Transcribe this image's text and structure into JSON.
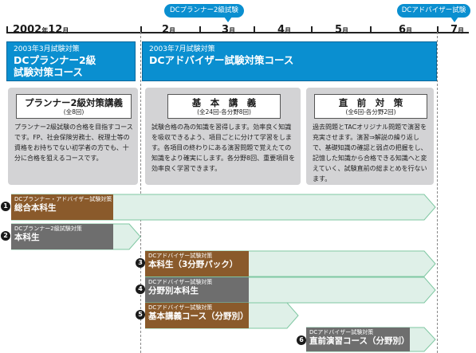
{
  "badges": {
    "planner2": "DCプランナー2級試験",
    "adviser": "DCアドバイザー試験"
  },
  "timeline": {
    "start_year": "2002",
    "start_year_unit": "年",
    "start_month": "12",
    "month_unit": "月",
    "months": [
      "2",
      "3",
      "4",
      "5",
      "6",
      "7"
    ]
  },
  "headers": {
    "planner": {
      "line1": "2003年3月試験対策",
      "line2": "DCプランナー2級",
      "line3": "試験対策コース"
    },
    "adviser": {
      "line1": "2003年7月試験対策",
      "line2": "DCアドバイザー試験対策コース"
    }
  },
  "panels": {
    "planner": {
      "title": "プランナー2級対策講義",
      "sub": "(全8回)",
      "body": "プランナー2級試験の合格を目指すコースです。FP、社会保険労務士、税理士等の資格をお持ちでない初学者の方でも、十分に合格を狙えるコースです。"
    },
    "basic": {
      "title": "基　本　講　義",
      "sub": "(全24回-各分野8回)",
      "body": "試験合格の為の知識を習得します。効率良く知識を吸収できるよう、項目ごとに分けて学習をします。各項目の終わりにある演習問題で覚えたての知識をより確実にします。各分野8回、重要項目を効率良く学習できます。"
    },
    "final": {
      "title": "直　前　対　策",
      "sub": "(全6回-各分野2回)",
      "body": "過去問題とTACオリジナル問題で演習を充実させます。演習⇒解説の繰り返しで、基礎知識の確認と弱点の把握をし、記憶した知識から合格できる知識へと変えていく、試験直前の総まとめを行ないます。"
    }
  },
  "courses": [
    {
      "num": "1",
      "sub": "DCプランナー・アドバイザー試験対策",
      "name": "総合本科生"
    },
    {
      "num": "2",
      "sub": "DCプランナー2級試験対策",
      "name": "本科生"
    },
    {
      "num": "3",
      "sub": "DCアドバイザー試験対策",
      "name": "本科生（3分野パック）"
    },
    {
      "num": "4",
      "sub": "DCアドバイザー試験対策",
      "name": "分野別本科生"
    },
    {
      "num": "5",
      "sub": "DCアドバイザー試験対策",
      "name": "基本講義コース（分野別）"
    },
    {
      "num": "6",
      "sub": "DCアドバイザー試験対策",
      "name": "直前演習コース（分野別）"
    }
  ],
  "colors": {
    "blue": "#0a8fd0",
    "brown": "#8a5a2b",
    "gray": "#6e6e6e",
    "green_fill": "#dff0e8",
    "green_stroke": "#7fc7a2",
    "panel_gray": "#d3d3d5"
  }
}
